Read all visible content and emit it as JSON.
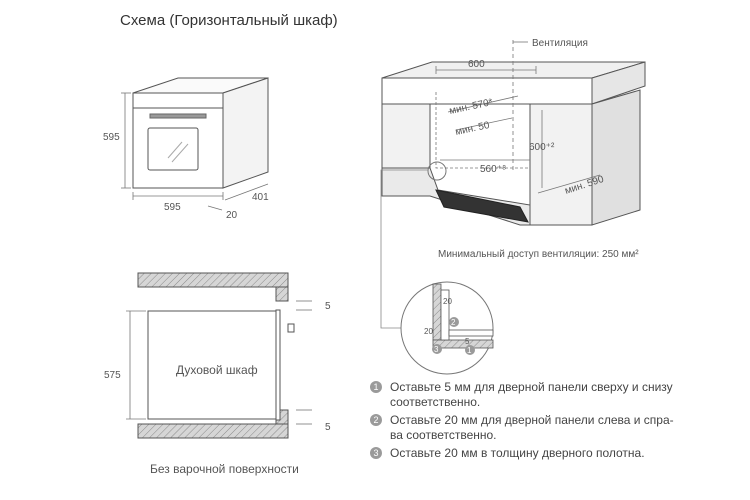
{
  "title": "Схема (Горизонтальный шкаф)",
  "oven_dims": {
    "height": "595",
    "width": "595",
    "depth": "401",
    "door": "20"
  },
  "cabinet": {
    "vent_label": "Вентиляция",
    "width": "600",
    "min_height": "мин. 570*",
    "min_gap": "мин. 50",
    "height_tol": "600⁺²",
    "inner_width": "560⁺⁸",
    "min_depth": "мин. 590",
    "min_vent_access": "Минимальный доступ вентиляции: 250 мм²"
  },
  "side": {
    "height": "575",
    "gap_top": "5",
    "gap_bottom": "5",
    "oven_label": "Духовой шкаф",
    "caption": "Без варочной поверхности"
  },
  "detail": {
    "d20a": "20",
    "d20b": "20",
    "d5": "5",
    "n1": "1",
    "n2": "2",
    "n3": "3"
  },
  "notes": [
    {
      "num": "1",
      "lines": [
        "Оставьте 5 мм для дверной панели сверху и снизу",
        "соответственно."
      ]
    },
    {
      "num": "2",
      "lines": [
        "Оставьте 20 мм для дверной панели слева и спра-",
        "ва соответственно."
      ]
    },
    {
      "num": "3",
      "lines": [
        "Оставьте 20 мм в толщину дверного полотна."
      ]
    }
  ]
}
